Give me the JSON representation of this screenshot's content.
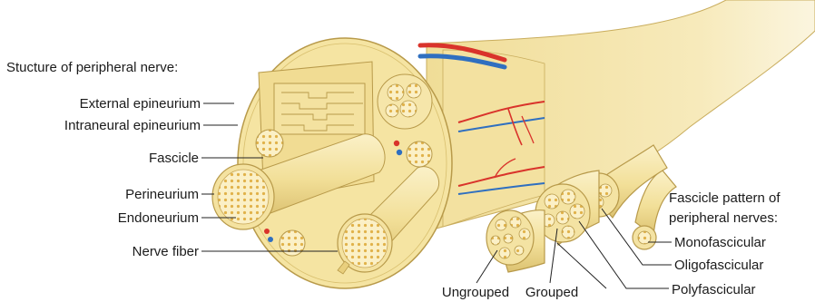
{
  "heading": "Stucture of peripheral nerve:",
  "structure_labels": {
    "external_epineurium": "External epineurium",
    "intraneural_epineurium": "Intraneural epineurium",
    "fascicle": "Fascicle",
    "perineurium": "Perineurium",
    "endoneurium": "Endoneurium",
    "nerve_fiber": "Nerve fiber"
  },
  "pattern_heading": {
    "line1": "Fascicle pattern of",
    "line2": "peripheral nerves:"
  },
  "pattern_labels": {
    "monofascicular": "Monofascicular",
    "oligofascicular": "Oligofascicular",
    "polyfascicular": "Polyfascicular",
    "ungrouped": "Ungrouped",
    "grouped": "Grouped"
  },
  "colors": {
    "nerve_fill": "#f6e7a6",
    "nerve_shadow": "#e6cf7a",
    "nerve_outline": "#b89a4a",
    "artery": "#d9332b",
    "vein": "#2f6fc0"
  }
}
